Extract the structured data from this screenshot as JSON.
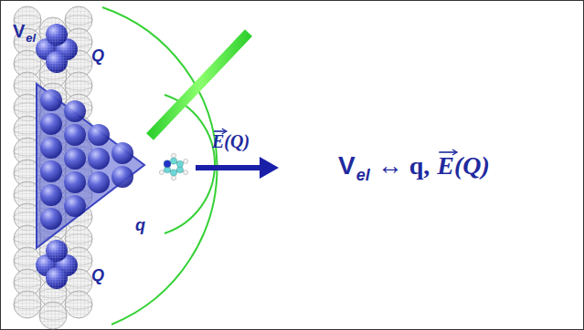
{
  "diagram": {
    "labels": [
      "V",
      "el",
      "Q",
      "q",
      "Q",
      "E(Q)",
      "V",
      "el",
      "↔ q,",
      "E(Q)"
    ]
  }
}
